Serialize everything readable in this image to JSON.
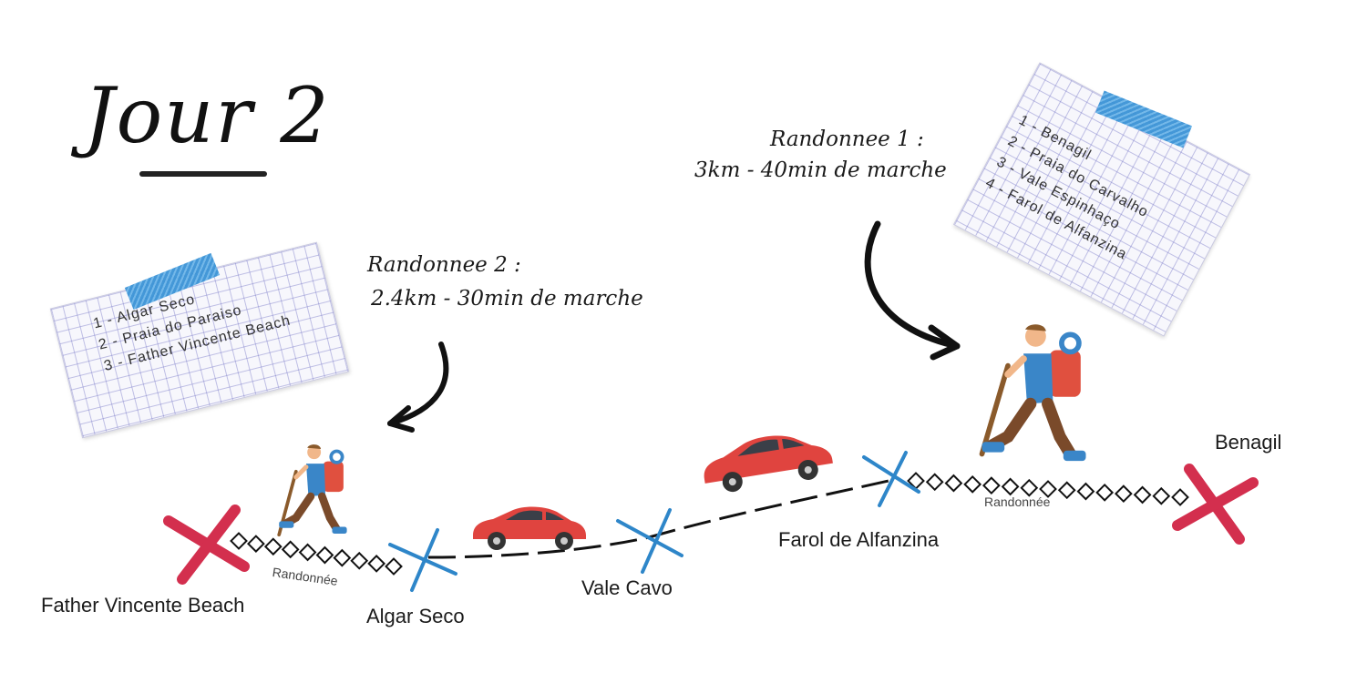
{
  "title": "Jour 2",
  "hike2": {
    "title": "Randonnee 2 :",
    "detail": "2.4km - 30min de marche",
    "list": [
      "1 - Algar Seco",
      "2 - Praia do Paraiso",
      "3 - Father Vincente Beach"
    ]
  },
  "hike1": {
    "title": "Randonnee 1 :",
    "detail": "3km - 40min de marche",
    "list": [
      "1 - Benagil",
      "2 - Praia do Carvalho",
      "3 - Vale Espinhaço",
      "4 - Farol de Alfanzina"
    ]
  },
  "places": {
    "father": "Father Vincente Beach",
    "algar": "Algar Seco",
    "vale": "Vale Cavo",
    "farol": "Farol de Alfanzina",
    "benagil": "Benagil"
  },
  "segments": {
    "hike_label_1": "Randonnée",
    "hike_label_2": "Randonnée"
  },
  "colors": {
    "endpoint_cross": "#d32f4e",
    "waypoint_cross": "#2e86c9",
    "car": "#e0443f",
    "tape": "#3b93d6",
    "hiker_pack": "#e0503f",
    "hiker_shirt": "#3a86c8"
  },
  "icons": [
    "hiker-icon",
    "car-icon",
    "cross-marker-icon",
    "curved-arrow-icon",
    "tape-icon"
  ]
}
